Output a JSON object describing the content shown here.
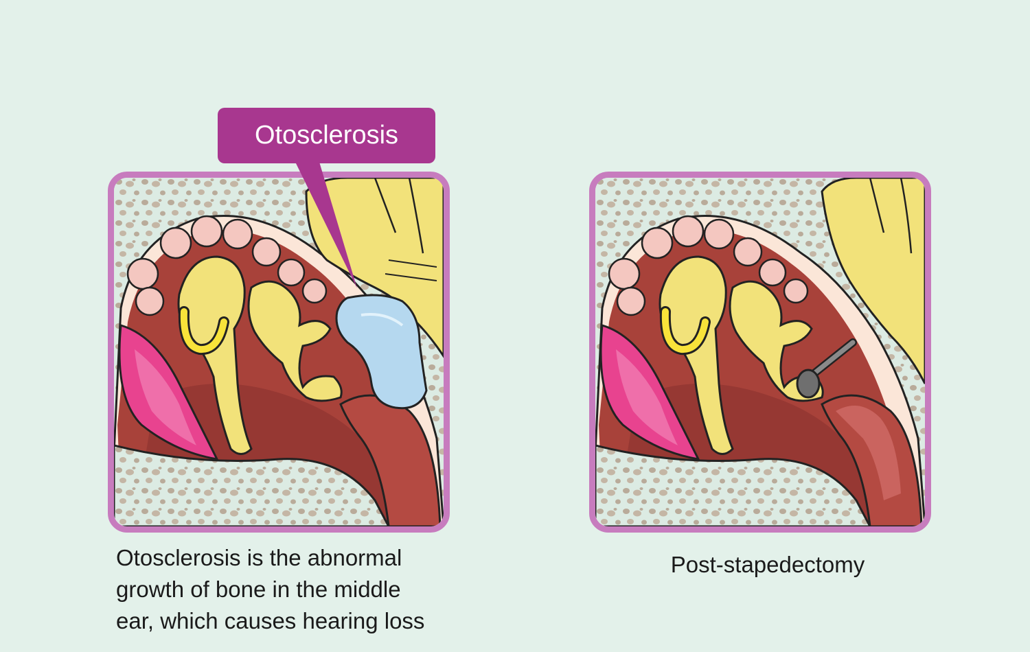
{
  "callout": {
    "label": "Otosclerosis"
  },
  "captions": {
    "left_lines": [
      "Otosclerosis is the abnormal",
      "growth of bone in the middle",
      "ear, which causes hearing loss"
    ],
    "right": "Post-stapedectomy"
  },
  "colors": {
    "background": "#e3f1ea",
    "frame": "#c77cbe",
    "callout": "#a8378f",
    "bone": "#f2e27a",
    "otosclerotic_growth": "#b5d8ef",
    "eardrum": "#e8438f",
    "tissue": "#a8423a"
  }
}
